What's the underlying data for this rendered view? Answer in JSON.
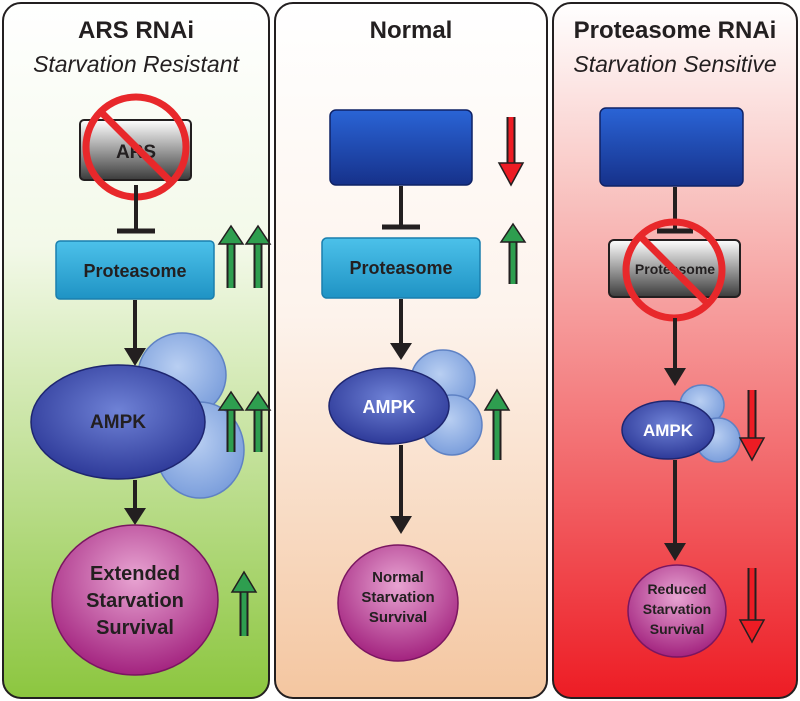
{
  "panels": [
    {
      "title": "ARS RNAi",
      "subtitle": "Starvation Resistant",
      "top_node": "ARS",
      "middle_node": "Proteasome",
      "ampk": "AMPK",
      "outcome": [
        "Extended",
        "Starvation",
        "Survival"
      ]
    },
    {
      "title": "Normal",
      "subtitle": "",
      "top_node": "",
      "middle_node": "Proteasome",
      "ampk": "AMPK",
      "outcome": [
        "Normal",
        "Starvation",
        "Survival"
      ]
    },
    {
      "title": "Proteasome RNAi",
      "subtitle": "Starvation Sensitive",
      "top_node": "",
      "middle_node": "Proteasome",
      "ampk": "AMPK",
      "outcome": [
        "Reduced",
        "Starvation",
        "Survival"
      ]
    }
  ],
  "colors": {
    "green_gradient": "#8cc63f",
    "peach_gradient": "#f6c9a8",
    "red_gradient": "#ed1c24",
    "blue_box": "#1b3fa6",
    "proteasome_box": "#29a9d6",
    "ampk_oval": "#3a4aa8",
    "cloud": "#8fb2e6",
    "outcome_circle": "#b12a8a",
    "arrow_up": "#2e9e4f",
    "arrow_down": "#ed1c24",
    "prohibition": "#e8282b"
  },
  "icons": [
    "prohibition-sign",
    "up-arrow",
    "down-arrow",
    "inhibition-bar",
    "flow-arrow"
  ]
}
